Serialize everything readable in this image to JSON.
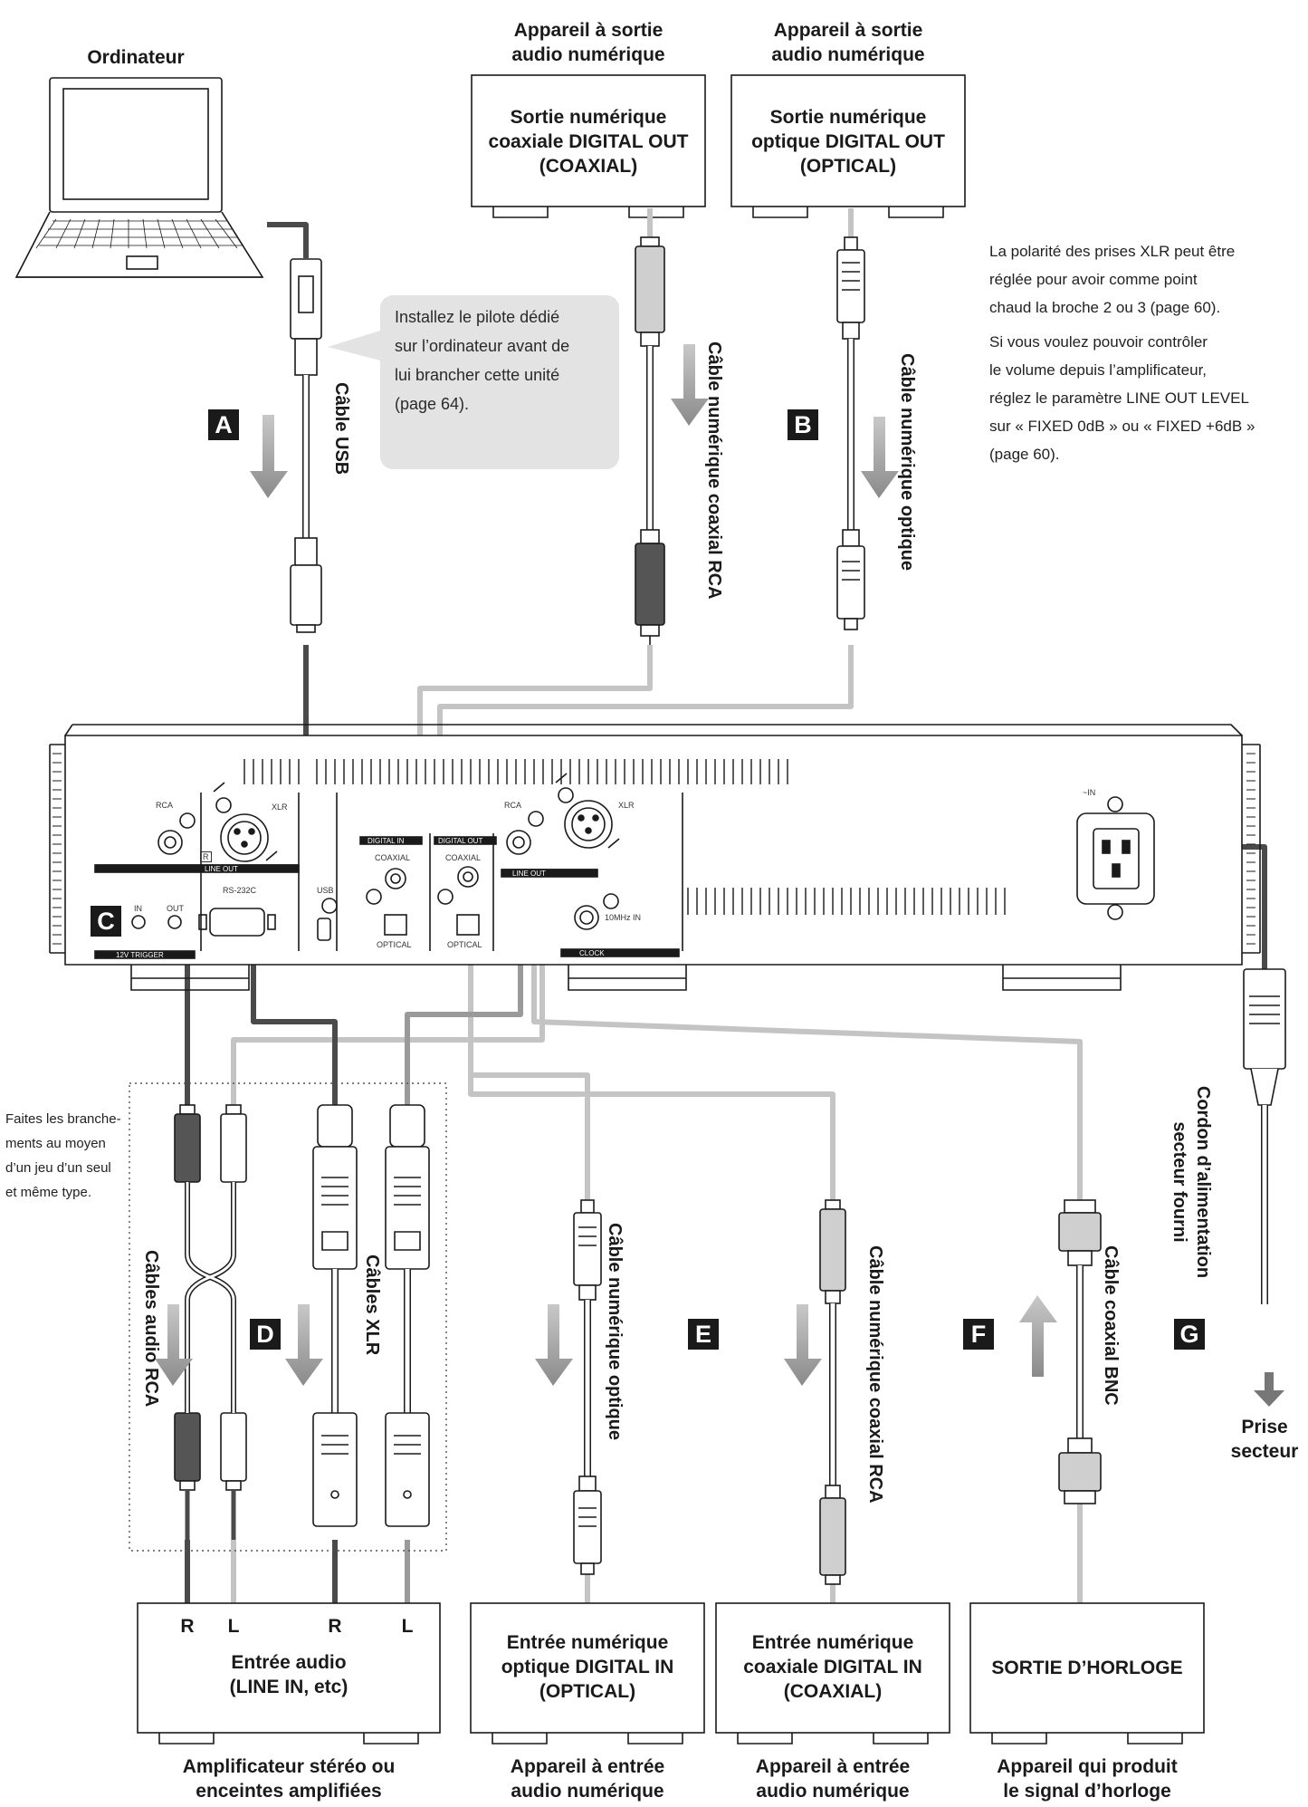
{
  "computer": {
    "label": "Ordinateur"
  },
  "devices_top": [
    {
      "caption": "Appareil à sortie\naudio numérique",
      "box": "Sortie numérique\ncoaxiale DIGITAL OUT\n(COAXIAL)"
    },
    {
      "caption": "Appareil à sortie\naudio numérique",
      "box": "Sortie numérique\noptique DIGITAL OUT\n(OPTICAL)"
    }
  ],
  "notes": {
    "xlr_polarity": "La polarité des prises XLR peut être\nréglée pour avoir comme point\nchaud la broche 2 ou 3 (page 60).",
    "line_out_level": "Si vous voulez pouvoir contrôler\nle volume depuis l’amplificateur,\nréglez le paramètre LINE OUT LEVEL\nsur « FIXED 0dB » ou « FIXED +6dB »\n(page 60).",
    "same_type": "Faites les branche-\nments au moyen\nd’un jeu d’un seul\net même type.",
    "driver": "Installez le pilote dédié\nsur l’ordinateur avant de\nlui brancher cette unité\n(page 64)."
  },
  "cables": {
    "usb": "Câble USB",
    "coax_top": "Câble numérique coaxial RCA",
    "optical_top": "Câble numérique optique",
    "rca_audio": "Câbles audio RCA",
    "xlr": "Câbles XLR",
    "optical_bottom": "Câble numérique optique",
    "coax_bottom": "Câble numérique coaxial RCA",
    "bnc": "Câble coaxial BNC",
    "power": "Cordon d’alimentation\nsecteur fourni"
  },
  "badges": {
    "a": "A",
    "b": "B",
    "c": "C",
    "d": "D",
    "e": "E",
    "f": "F",
    "g": "G"
  },
  "panel": {
    "rca_1": "RCA",
    "xlr_1": "XLR",
    "r_mark": "R",
    "line_out_1": "LINE OUT",
    "in": "IN",
    "out": "OUT",
    "trigger": "12V TRIGGER",
    "rs232c": "RS-232C",
    "usb": "USB",
    "digital_in": "DIGITAL IN",
    "digital_out": "DIGITAL OUT",
    "coaxial_1": "COAXIAL",
    "coaxial_2": "COAXIAL",
    "optical_1": "OPTICAL",
    "optical_2": "OPTICAL",
    "rca_2": "RCA",
    "xlr_2": "XLR",
    "line_out_2": "LINE OUT",
    "clock_in": "10MHz IN",
    "clock": "CLOCK",
    "ac_in": "~IN"
  },
  "devices_bottom": [
    {
      "box": "Entrée audio\n(LINE IN, etc)",
      "caption": "Amplificateur stéréo ou\nenceintes amplifiées",
      "channels": [
        "R",
        "L",
        "R",
        "L"
      ]
    },
    {
      "box": "Entrée numérique\noptique DIGITAL IN\n(OPTICAL)",
      "caption": "Appareil à entrée\naudio numérique"
    },
    {
      "box": "Entrée numérique\ncoaxiale DIGITAL IN\n(COAXIAL)",
      "caption": "Appareil à entrée\naudio numérique"
    },
    {
      "box": "SORTIE D’HORLOGE",
      "caption": "Appareil qui produit\nle signal d’horloge"
    }
  ],
  "outlet": "Prise\nsecteur"
}
